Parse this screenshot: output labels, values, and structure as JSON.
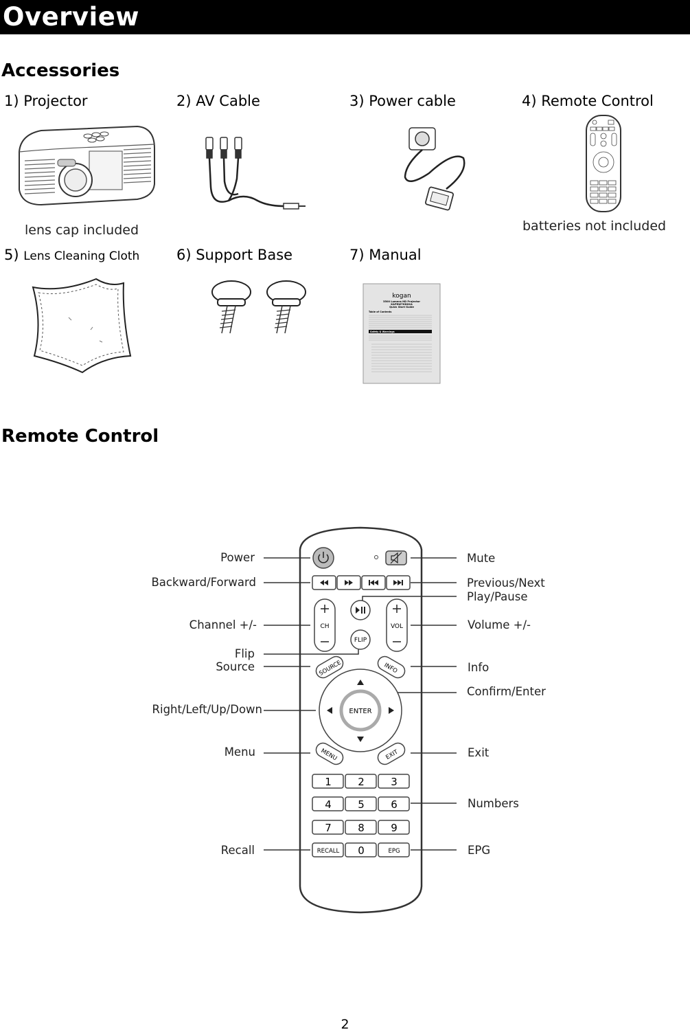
{
  "header": {
    "title": "Overview"
  },
  "accessories": {
    "heading": "Accessories",
    "items": [
      {
        "label": "1) Projector",
        "caption": "lens cap included"
      },
      {
        "label": "2) AV Cable"
      },
      {
        "label": "3) Power cable"
      },
      {
        "label": "4) Remote Control",
        "caption": "batteries not included"
      },
      {
        "label_num": "5)",
        "label_text": "Lens Cleaning Cloth"
      },
      {
        "label": "6) Support Base"
      },
      {
        "label": "7) Manual"
      }
    ]
  },
  "manual_cover": {
    "brand": "kogan",
    "title_line1": "3500 Lumens HD Projector",
    "title_line2": "KAPRW7HD0XA",
    "title_line3": "Quick Start Guide",
    "toc": "Table of Contents",
    "section": "Safety & Warnings"
  },
  "remote_section": {
    "heading": "Remote Control",
    "left_labels": [
      "Power",
      "Backward/Forward",
      "Channel +/-",
      "Flip",
      "Source",
      "Right/Left/Up/Down",
      "Menu",
      "Recall"
    ],
    "right_labels": [
      "Mute",
      "Previous/Next",
      "Play/Pause",
      "Volume +/-",
      "Info",
      "Confirm/Enter",
      "Exit",
      "Numbers",
      "EPG"
    ],
    "buttons": {
      "ch": "CH",
      "vol": "VOL",
      "flip": "FLIP",
      "source": "SOURCE",
      "info": "INFO",
      "enter": "ENTER",
      "menu": "MENU",
      "exit": "EXIT",
      "numbers": [
        "1",
        "2",
        "3",
        "4",
        "5",
        "6",
        "7",
        "8",
        "9"
      ],
      "recall": "RECALL",
      "zero": "0",
      "epg": "EPG"
    }
  },
  "footer": {
    "page_number": "2"
  }
}
